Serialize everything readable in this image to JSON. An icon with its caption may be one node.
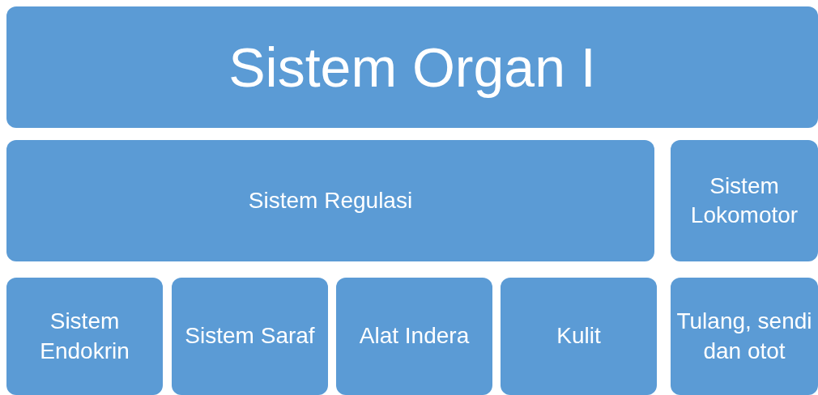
{
  "diagram": {
    "nodes": [
      {
        "text": [
          "Sistem Organ I"
        ]
      },
      {
        "text": [
          "Sistem Regulasi"
        ]
      },
      {
        "text": [
          "Sistem Lokomotor"
        ]
      },
      {
        "text": [
          "Sistem Endokrin"
        ]
      },
      {
        "text": [
          "Sistem Saraf"
        ]
      },
      {
        "text": [
          "Alat Indera"
        ]
      },
      {
        "text": [
          "Kulit"
        ]
      },
      {
        "text": [
          "Tulang, sendi dan otot"
        ]
      }
    ]
  }
}
